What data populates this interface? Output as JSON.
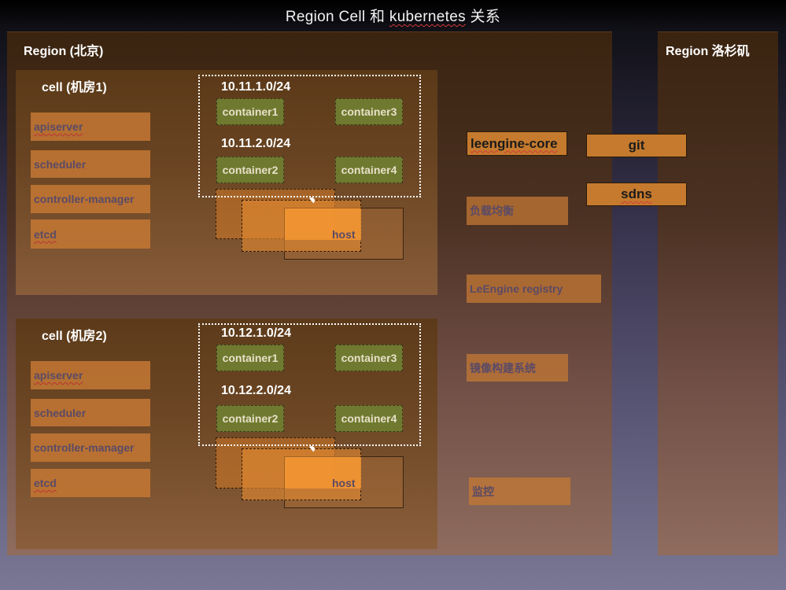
{
  "title": {
    "prefix": "Region  Cell 和 ",
    "keyword": "kubernetes",
    "suffix": " 关系"
  },
  "regions": {
    "beijing": {
      "label": "Region (北京)"
    },
    "la": {
      "label": "Region 洛杉矶"
    }
  },
  "cells": [
    {
      "label": "cell (机房1)",
      "components": [
        "apiserver",
        "scheduler",
        "controller-manager",
        "etcd"
      ],
      "subnets": [
        "10.11.1.0/24",
        "10.11.2.0/24"
      ],
      "containers": [
        "container1",
        "container3",
        "container2",
        "container4"
      ],
      "host": "host"
    },
    {
      "label": "cell (机房2)",
      "components": [
        "apiserver",
        "scheduler",
        "controller-manager",
        "etcd"
      ],
      "subnets": [
        "10.12.1.0/24",
        "10.12.2.0/24"
      ],
      "containers": [
        "container1",
        "container3",
        "container2",
        "container4"
      ],
      "host": "host"
    }
  ],
  "services": {
    "leengine_core": "leengine-core",
    "load_balancer": "负载均衡",
    "registry": "LeEngine registry",
    "image_build": "镜像构建系统",
    "monitoring": "监控",
    "git": "git",
    "sdns": "sdns"
  }
}
